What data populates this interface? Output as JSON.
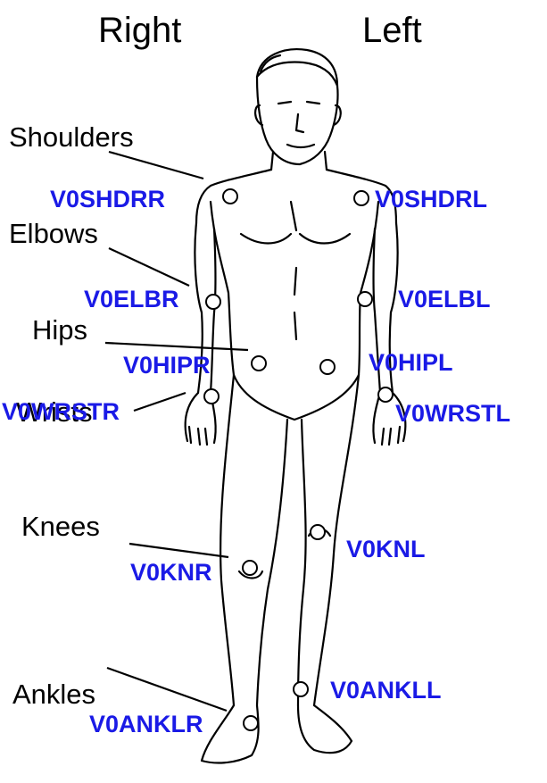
{
  "headings": {
    "right": "Right",
    "left": "Left"
  },
  "regions": {
    "shoulders": "Shoulders",
    "elbows": "Elbows",
    "hips": "Hips",
    "wrists": "Wrists",
    "knees": "Knees",
    "ankles": "Ankles"
  },
  "codes": {
    "shoulder_r": "V0SHDRR",
    "shoulder_l": "V0SHDRL",
    "elbow_r": "V0ELBR",
    "elbow_l": "V0ELBL",
    "hip_r": "V0HIPR",
    "hip_l": "V0HIPL",
    "wrist_r": "V0WRSTR",
    "wrist_l": "V0WRSTL",
    "knee_r": "V0KNR",
    "knee_l": "V0KNL",
    "ankle_r": "V0ANKLR",
    "ankle_l": "V0ANKLL"
  },
  "colors": {
    "code_text": "#1a1ae6",
    "line": "#000000"
  }
}
